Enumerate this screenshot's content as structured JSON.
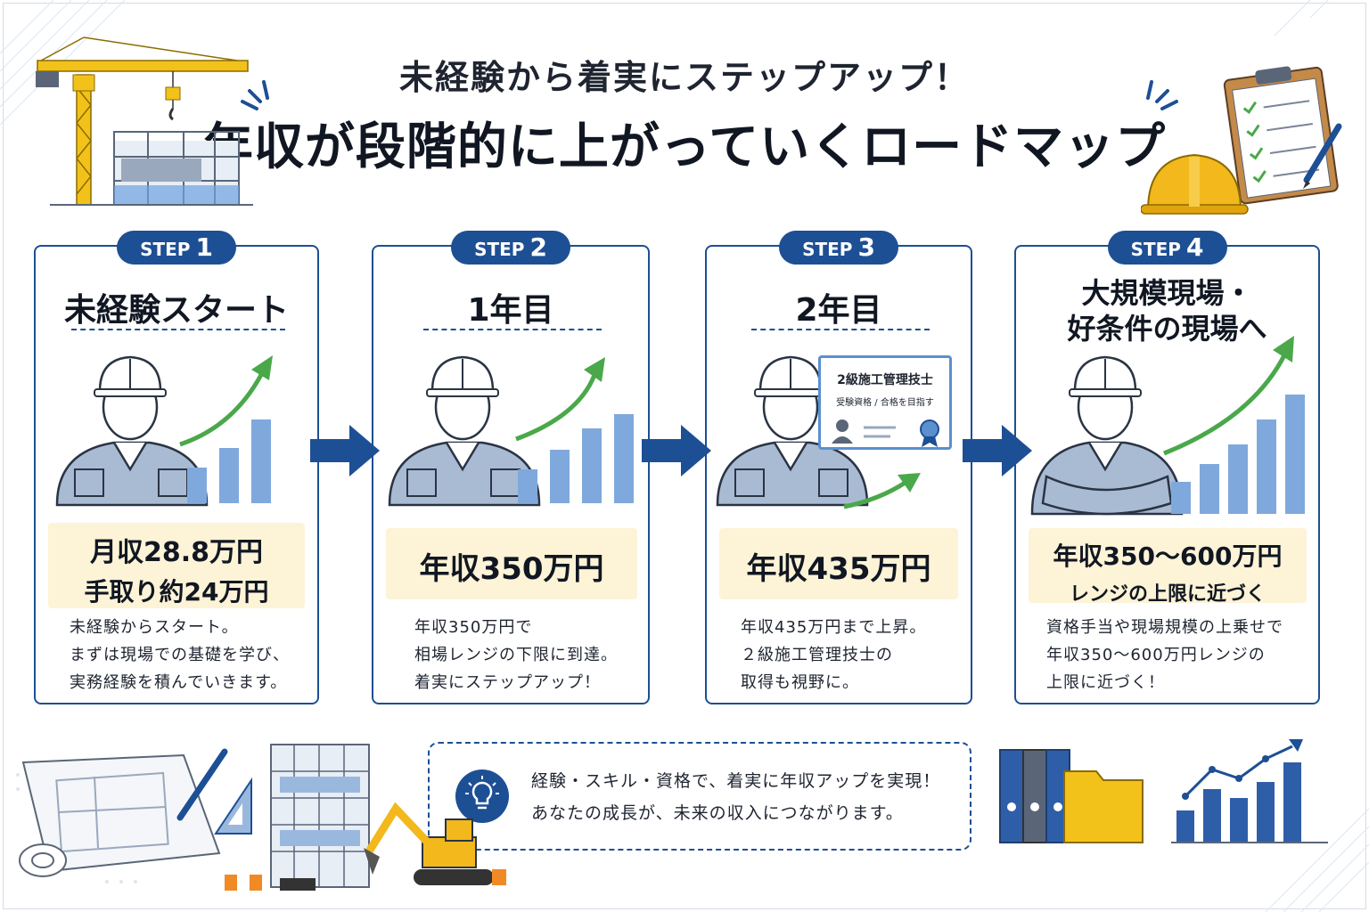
{
  "header": {
    "subtitle": "未経験から着実にステップアップ！",
    "title": "年収が段階的に上がっていくロードマップ"
  },
  "steps": [
    {
      "badge_label": "STEP",
      "badge_number": "1",
      "title": "未経験スタート",
      "pay_line1": "月収28.8万円",
      "pay_line2": "手取り約24万円",
      "description": [
        "未経験からスタート。",
        "まずは現場での基礎を学び、",
        "実務経験を積んでいきます。"
      ]
    },
    {
      "badge_label": "STEP",
      "badge_number": "2",
      "title": "1年目",
      "pay_line1": "年収350万円",
      "description": [
        "年収350万円で",
        "相場レンジの下限に到達。",
        "着実にステップアップ！"
      ]
    },
    {
      "badge_label": "STEP",
      "badge_number": "3",
      "title": "2年目",
      "pay_line1": "年収435万円",
      "description": [
        "年収435万円まで上昇。",
        "２級施工管理技士の",
        "取得も視野に。"
      ],
      "certificate": {
        "title": "2級施工管理技士",
        "subtitle": "受験資格 / 合格を目指す"
      }
    },
    {
      "badge_label": "STEP",
      "badge_number": "4",
      "title_line1": "大規模現場・",
      "title_line2": "好条件の現場へ",
      "pay_line1": "年収350〜600万円",
      "pay_line2": "レンジの上限に近づく",
      "description": [
        "資格手当や現場規模の上乗せで",
        "年収350〜600万円レンジの",
        "上限に近づく！"
      ]
    }
  ],
  "info_box": {
    "line1": "経験・スキル・資格で、着実に年収アップを実現！",
    "line2": "あなたの成長が、未来の収入につながります。"
  },
  "icons": [
    "crane-illustration",
    "clipboard-icon",
    "hard-hat-icon",
    "worker-icon",
    "growth-chart-icon",
    "next-step-arrow-icon",
    "certificate-icon",
    "lightbulb-icon",
    "blueprint-illustration",
    "building-illustration",
    "excavator-illustration",
    "binders-icon",
    "folder-icon",
    "line-chart-icon"
  ],
  "colors": {
    "primary": "#1d4f94",
    "accent_green": "#4aa84a",
    "bar_blue": "#7fa9dc",
    "pay_bg": "#fdf3d6",
    "helmet_yellow": "#f2b81c"
  }
}
